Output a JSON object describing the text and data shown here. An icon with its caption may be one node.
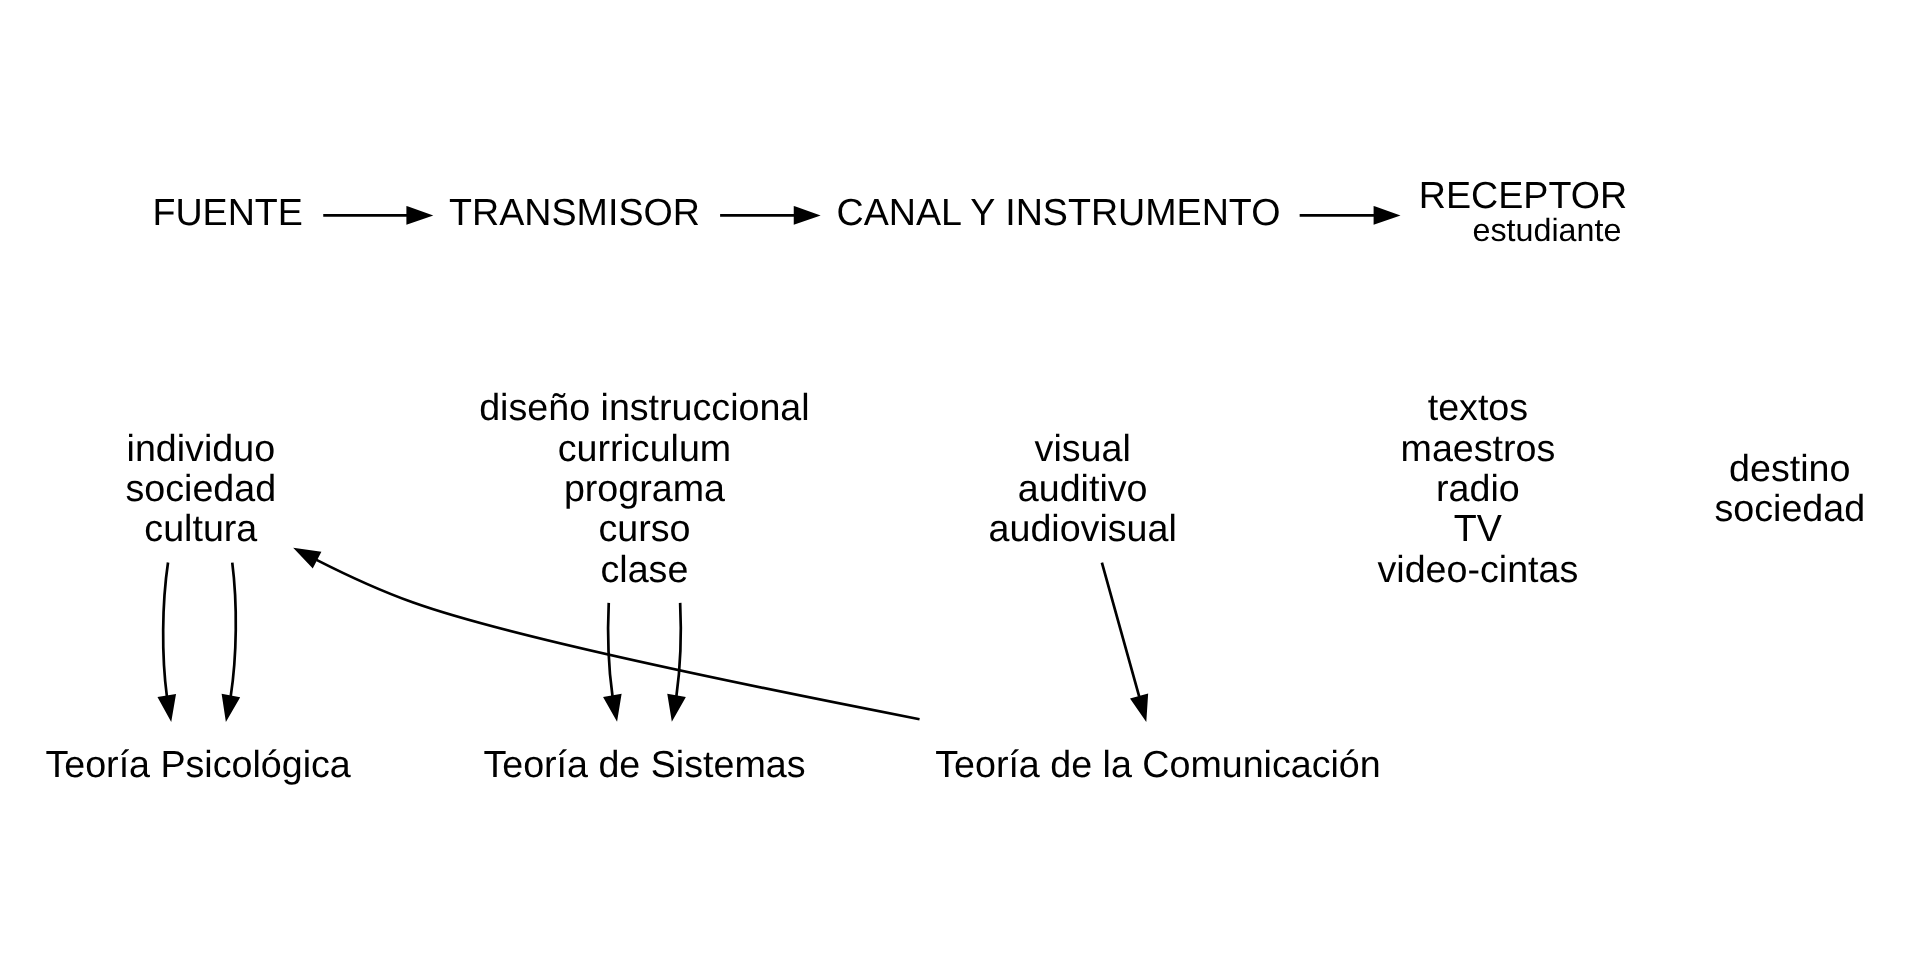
{
  "diagram": {
    "nodes": [
      {
        "text": [
          "FUENTE"
        ]
      },
      {
        "text": [
          "TRANSMISOR"
        ]
      },
      {
        "text": [
          "CANAL Y INSTRUMENTO"
        ]
      },
      {
        "text": [
          "RECEPTOR"
        ],
        "beside": [
          "estudiante"
        ]
      },
      {
        "text": [
          "individuo",
          "sociedad",
          "cultura"
        ]
      },
      {
        "text": [
          "diseño instruccional",
          "curriculum",
          "programa",
          "curso",
          "clase"
        ]
      },
      {
        "text": [
          "visual",
          "auditivo",
          "audiovisual"
        ]
      },
      {
        "text": [
          "textos",
          "maestros",
          "radio",
          "TV",
          "video-cintas"
        ]
      },
      {
        "text": [
          "destino",
          "sociedad"
        ]
      },
      {
        "text": [
          "Teoría Psicológica"
        ]
      },
      {
        "text": [
          "Teoría de Sistemas"
        ]
      },
      {
        "text": [
          "Teoría de la Comunicación"
        ]
      }
    ],
    "edges": [
      {
        "from": 0,
        "to": 1,
        "arrow": "to"
      },
      {
        "from": 1,
        "to": 2,
        "arrow": "to"
      },
      {
        "from": 2,
        "to": 3,
        "arrow": "to"
      },
      {
        "from": 4,
        "to": 9,
        "arrow": "to"
      },
      {
        "from": 4,
        "to": 9,
        "arrow": "to"
      },
      {
        "from": 5,
        "to": 10,
        "arrow": "to"
      },
      {
        "from": 5,
        "to": 10,
        "arrow": "to"
      },
      {
        "from": 6,
        "to": 11,
        "arrow": "to"
      },
      {
        "from": 11,
        "to": 4,
        "arrow": "to"
      }
    ]
  }
}
